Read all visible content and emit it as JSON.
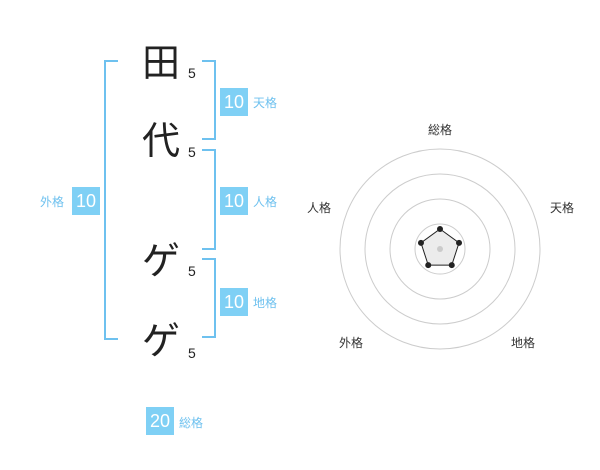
{
  "name": {
    "chars": [
      {
        "char": "田",
        "strokes": "5"
      },
      {
        "char": "代",
        "strokes": "5"
      },
      {
        "char": "ゲ",
        "strokes": "5"
      },
      {
        "char": "ゲ",
        "strokes": "5"
      }
    ]
  },
  "fortunes": {
    "tenkaku": {
      "value": "10",
      "label": "天格"
    },
    "jinkaku": {
      "value": "10",
      "label": "人格"
    },
    "chikaku": {
      "value": "10",
      "label": "地格"
    },
    "gaikaku": {
      "value": "10",
      "label": "外格"
    },
    "soukaku": {
      "value": "20",
      "label": "総格"
    }
  },
  "colors": {
    "accent": "#7fd0f5",
    "label": "#6ec1ef",
    "text": "#222222",
    "ring": "#cccccc"
  },
  "chart_data": {
    "type": "radar",
    "axes": [
      "総格",
      "天格",
      "地格",
      "外格",
      "人格"
    ],
    "values": [
      1,
      1,
      1,
      1,
      1
    ],
    "rings": 4,
    "max": 5
  }
}
